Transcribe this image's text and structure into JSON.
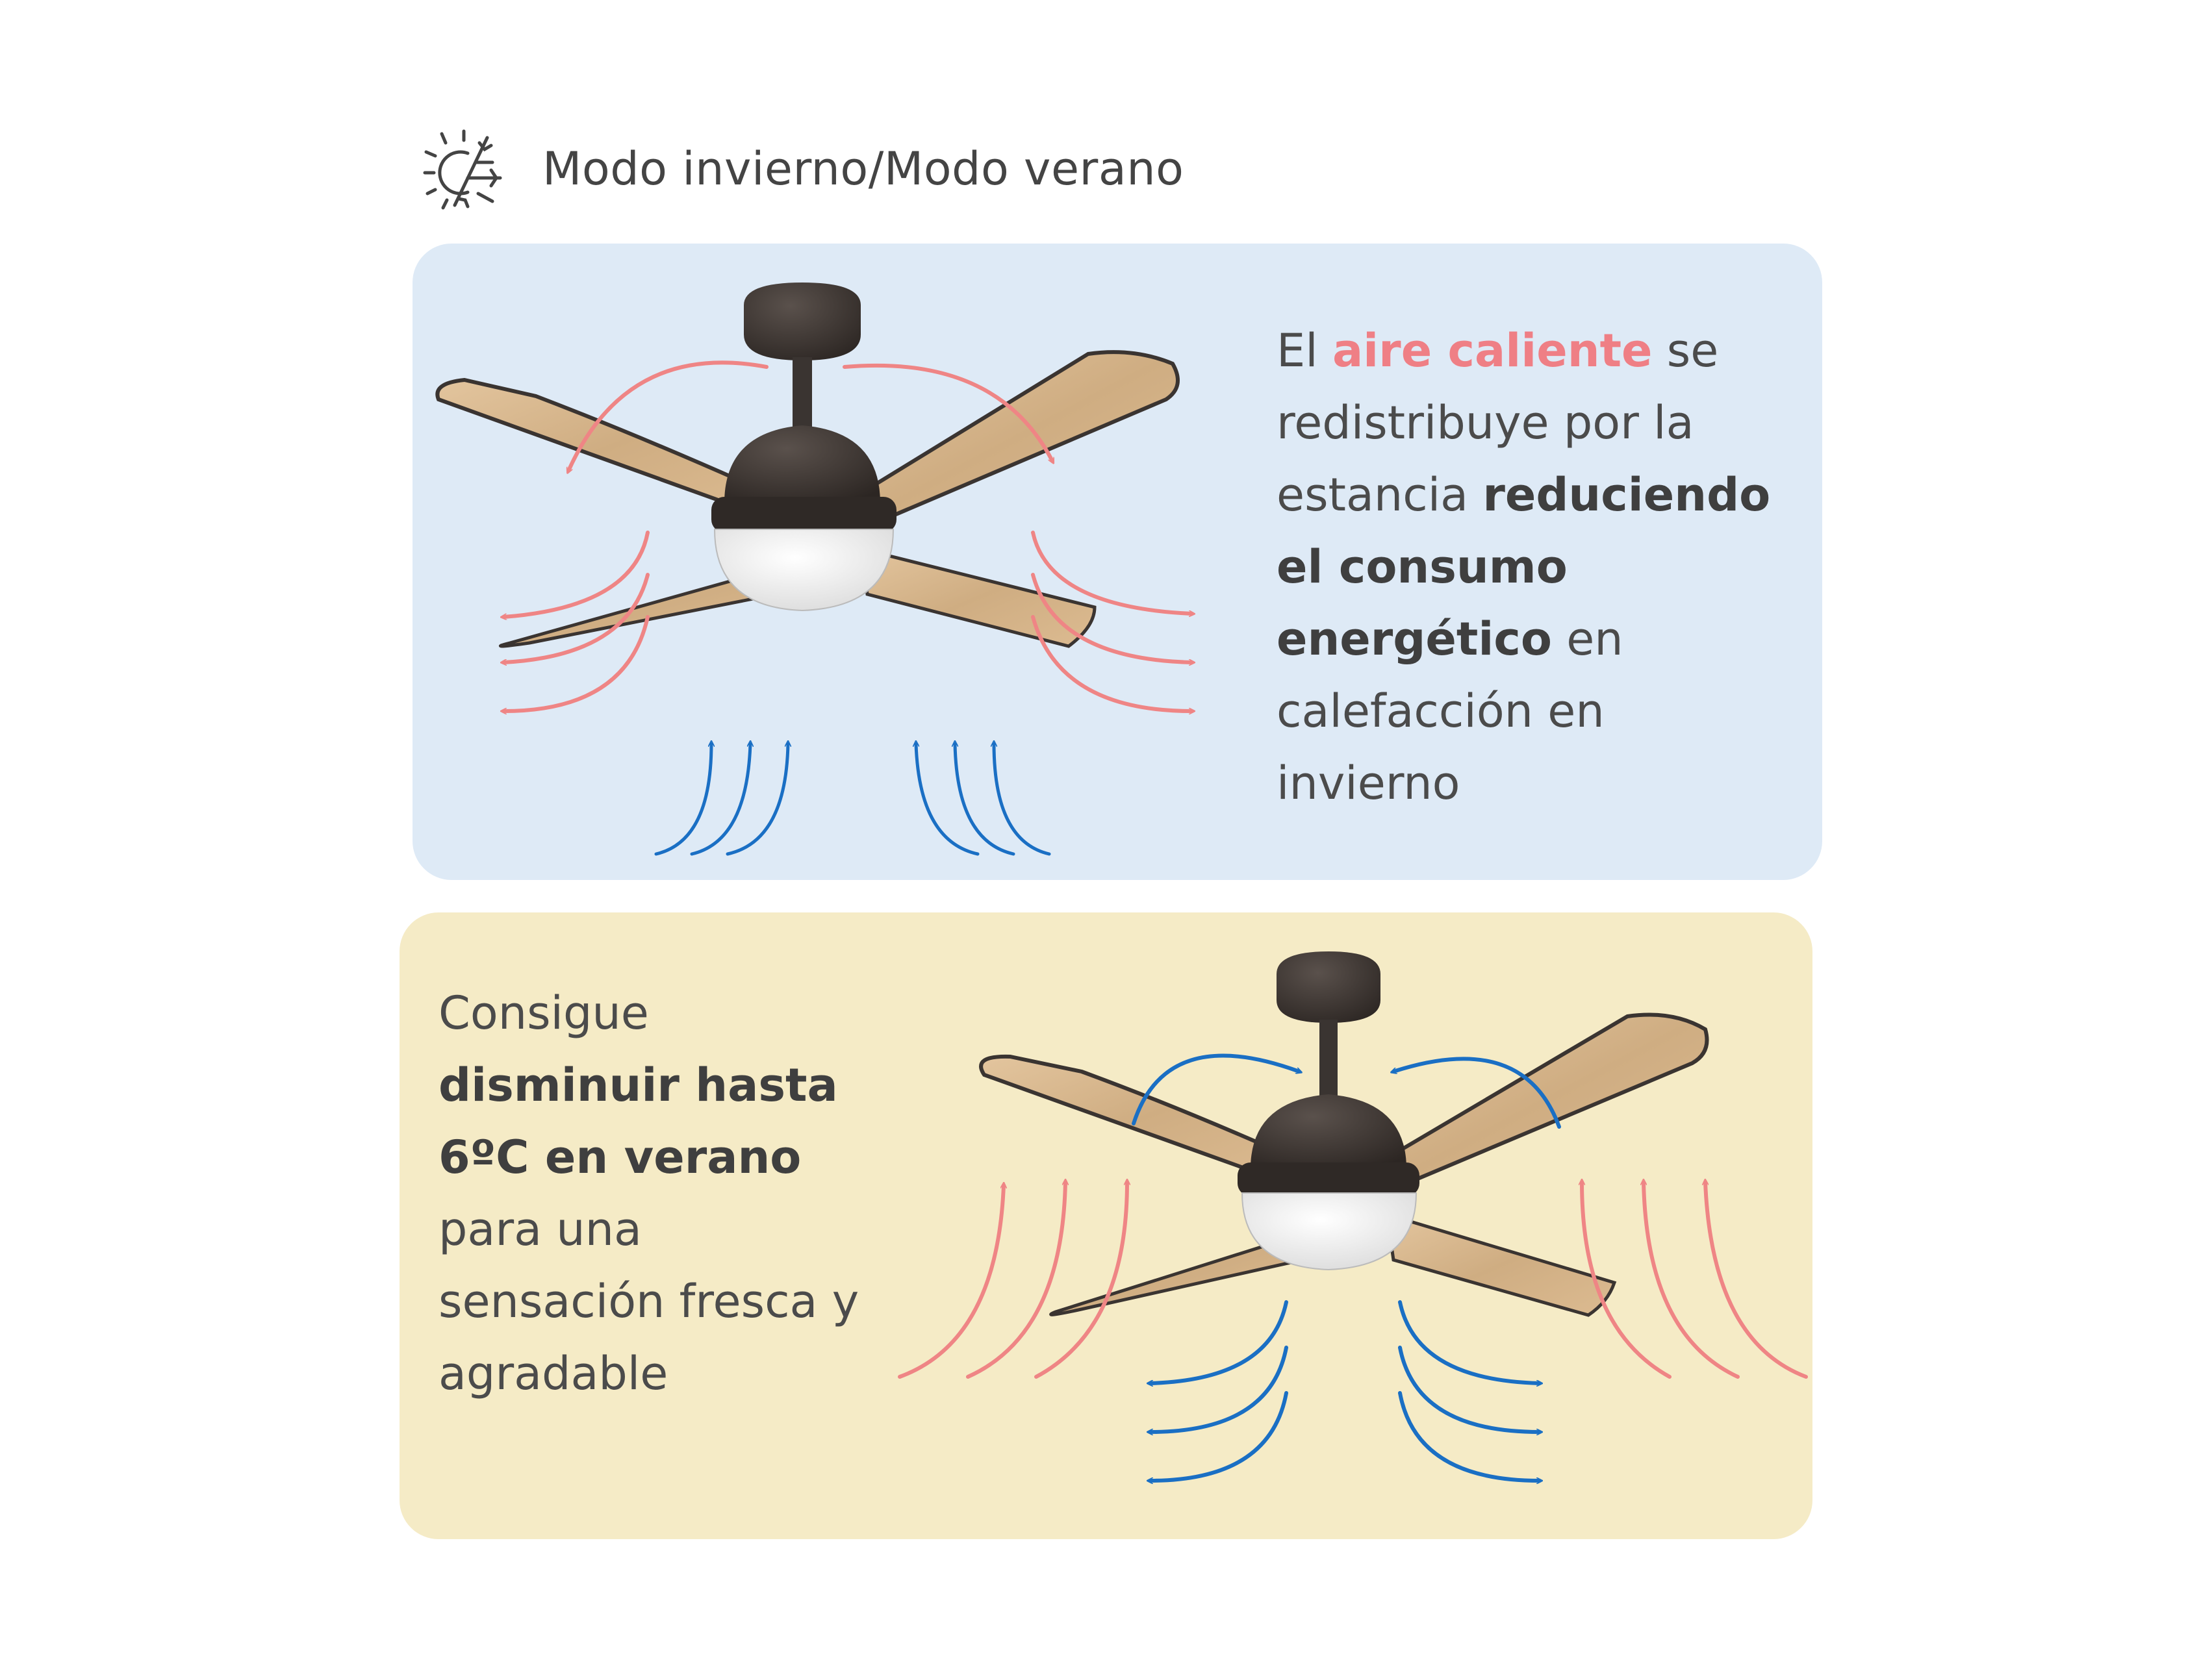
{
  "header": {
    "title": "Modo invierno/Modo verano",
    "icon": "sun-snowflake-icon"
  },
  "winter": {
    "line1": {
      "pre": "El ",
      "highlight": "aire caliente",
      "post": " se"
    },
    "line2": "redistribuye por la",
    "line3": {
      "pre": "estancia ",
      "bold": "reduciendo"
    },
    "line4": {
      "bold": "el consumo"
    },
    "line5": {
      "bold": "energético",
      "post": " en"
    },
    "line6": "calefacción en",
    "line7": "invierno",
    "arrows_warm": "warm-air-arrow-icon",
    "arrows_cool": "cool-air-arrow-icon"
  },
  "summer": {
    "line1": "Consigue",
    "line2": {
      "bold": "disminuir hasta"
    },
    "line3": {
      "bold": "6ºC en verano"
    },
    "line4": "para una",
    "line5": "sensación fresca y",
    "line6": "agradable"
  },
  "colors": {
    "winter_bg": "#deeaf6",
    "summer_bg": "#f5ebc6",
    "highlight_red": "#ef7f85",
    "arrow_red": "#ef8585",
    "arrow_blue": "#1a6fc4",
    "fan_body": "#3a3431",
    "blade_wood": "#d9b88e",
    "title_text": "#444444"
  }
}
